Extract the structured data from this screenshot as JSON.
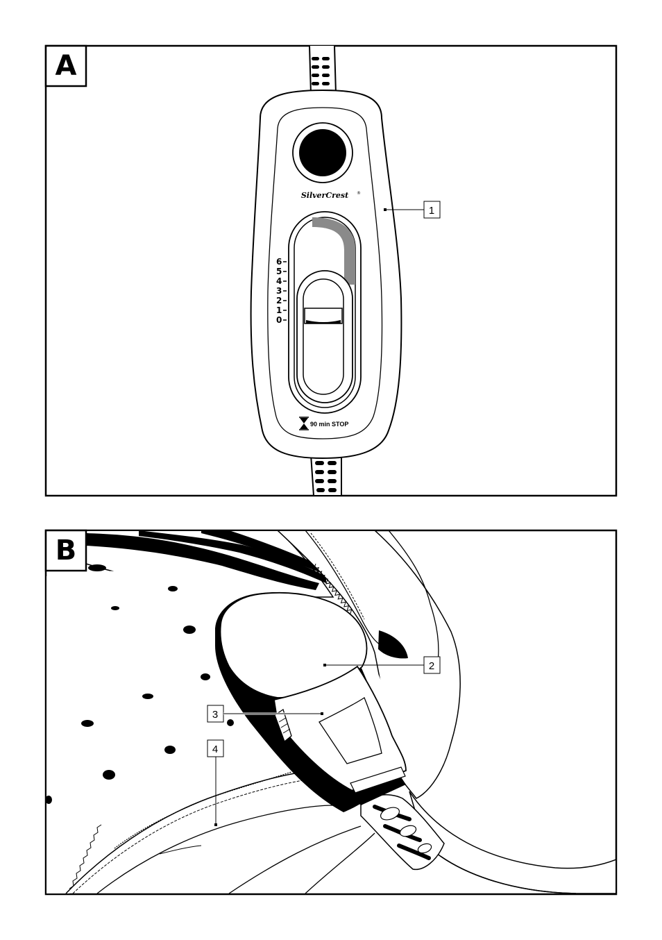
{
  "panels": [
    {
      "letter": "A"
    },
    {
      "letter": "B"
    }
  ],
  "controller": {
    "brand": "SilverCrest",
    "brand_mark": "®",
    "scale": [
      "6",
      "5",
      "4",
      "3",
      "2",
      "1",
      "0"
    ],
    "timer_text": "90 min STOP"
  },
  "callouts": [
    "1",
    "2",
    "3",
    "4"
  ]
}
